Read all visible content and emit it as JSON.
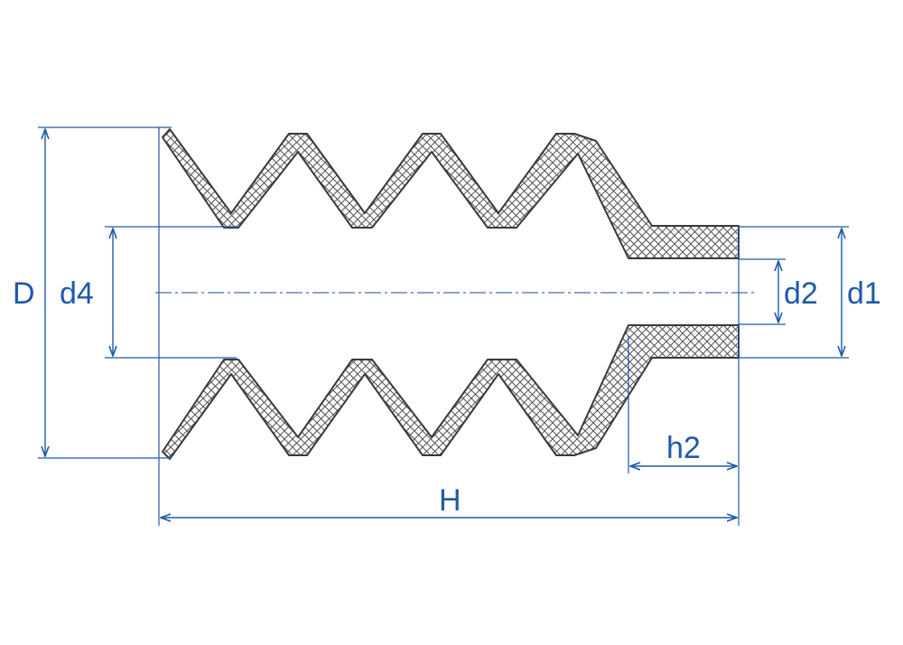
{
  "diagram": {
    "labels": {
      "D": "D",
      "d4": "d4",
      "d2": "d2",
      "d1": "d1",
      "h2": "h2",
      "H": "H"
    },
    "colors": {
      "dimension": "#1f5aa8",
      "outline": "#3a3a3a",
      "hatch": "#555555",
      "centerline": "#6b86b8"
    }
  }
}
